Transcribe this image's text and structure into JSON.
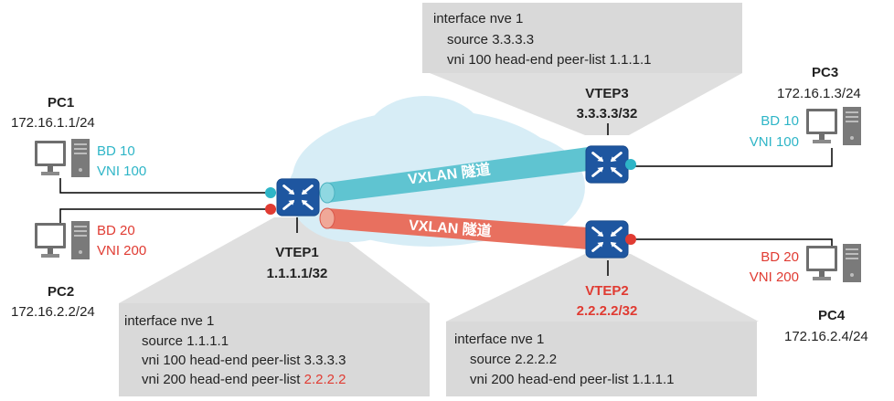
{
  "colors": {
    "vni100": "#2eb5c7",
    "vni200": "#e03b32",
    "tunnel_teal": "#5fc4d1",
    "tunnel_red": "#e8705f",
    "cloud": "#d7edf6",
    "config_box": "#d9d9d9",
    "switch": "#1e56a0",
    "text": "#222222"
  },
  "pc1": {
    "name": "PC1",
    "ip": "172.16.1.1/24",
    "bd": "BD 10",
    "vni": "VNI 100"
  },
  "pc2": {
    "name": "PC2",
    "ip": "172.16.2.2/24",
    "bd": "BD 20",
    "vni": "VNI 200"
  },
  "pc3": {
    "name": "PC3",
    "ip": "172.16.1.3/24",
    "bd": "BD 10",
    "vni": "VNI 100"
  },
  "pc4": {
    "name": "PC4",
    "ip": "172.16.2.4/24",
    "bd": "BD 20",
    "vni": "VNI 200"
  },
  "vtep1": {
    "name": "VTEP1",
    "ip": "1.1.1.1/32"
  },
  "vtep2": {
    "name": "VTEP2",
    "ip": "2.2.2.2/32"
  },
  "vtep3": {
    "name": "VTEP3",
    "ip": "3.3.3.3/32"
  },
  "tunnel1": {
    "label": "VXLAN 隧道"
  },
  "tunnel2": {
    "label": "VXLAN 隧道"
  },
  "cfg_vtep3": {
    "line1": "interface nve 1",
    "line2": "source 3.3.3.3",
    "line3": "vni 100 head-end peer-list 1.1.1.1"
  },
  "cfg_vtep1": {
    "line1": "interface nve 1",
    "line2": "source 1.1.1.1",
    "line3": "vni 100 head-end peer-list 3.3.3.3",
    "line4_prefix": "vni 200 head-end peer-list ",
    "line4_peer": "2.2.2.2"
  },
  "cfg_vtep2": {
    "line1": "interface nve 1",
    "line2": "source 2.2.2.2",
    "line3": "vni 200 head-end peer-list 1.1.1.1"
  },
  "icons": {
    "switch": "l3-switch-icon",
    "pc": "desktop-pc-icon",
    "cloud": "cloud-icon"
  }
}
